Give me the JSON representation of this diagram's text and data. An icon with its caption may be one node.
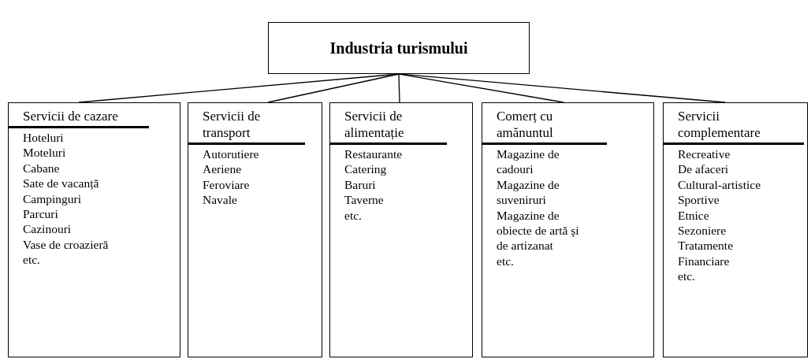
{
  "diagram": {
    "nodes": [
      {
        "text": [
          "Industria turismului"
        ]
      },
      {
        "text": [
          "Servicii de cazare",
          "Hoteluri",
          "Moteluri",
          "Cabane",
          "Sate de vacanță",
          "Campinguri",
          "Parcuri",
          "Cazinouri",
          "Vase de croazieră",
          "etc."
        ]
      },
      {
        "text": [
          "Servicii de transport",
          "Autorutiere",
          "Aeriene",
          "Feroviare",
          "Navale"
        ]
      },
      {
        "text": [
          "Servicii de alimentație",
          "Restaurante",
          "Catering",
          "Baruri",
          "Taverne",
          "etc."
        ]
      },
      {
        "text": [
          "Comerț cu amănuntul",
          "Magazine de cadouri",
          "Magazine de suveniruri",
          "Magazine de obiecte de artă şi de artizanat",
          "etc."
        ]
      },
      {
        "text": [
          "Servicii complementare",
          "Recreative",
          "De afaceri",
          "Cultural-artistice",
          "Sportive",
          "Etnice",
          "Sezoniere",
          "Tratamente",
          "Financiare",
          "etc."
        ]
      }
    ],
    "edges": [
      {
        "from": 0,
        "to": 1,
        "arrow": "none"
      },
      {
        "from": 0,
        "to": 2,
        "arrow": "none"
      },
      {
        "from": 0,
        "to": 3,
        "arrow": "none"
      },
      {
        "from": 0,
        "to": 4,
        "arrow": "none"
      },
      {
        "from": 0,
        "to": 5,
        "arrow": "none"
      }
    ]
  }
}
